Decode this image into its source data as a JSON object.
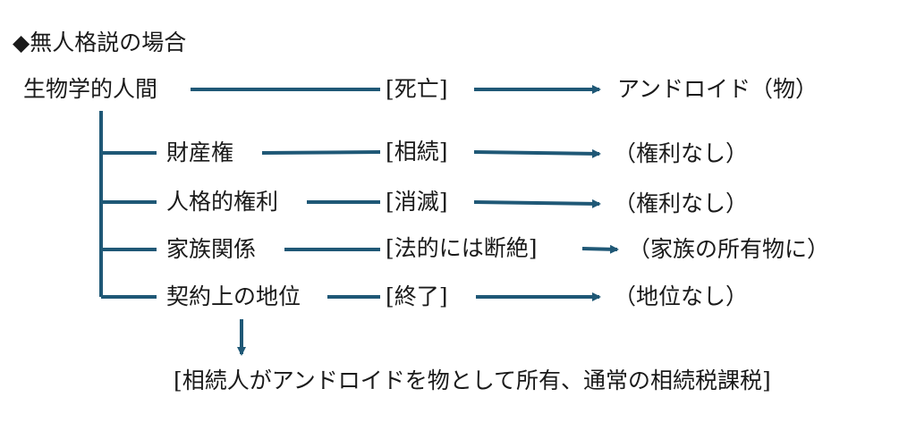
{
  "title": "◆無人格説の場合",
  "main_row": {
    "source": "生物学的人間",
    "event": "[死亡]",
    "result": "アンドロイド（物）"
  },
  "branches": [
    {
      "item": "財産権",
      "event": "[相続]",
      "result": "（権利なし）"
    },
    {
      "item": "人格的権利",
      "event": "[消滅]",
      "result": "（権利なし）"
    },
    {
      "item": "家族関係",
      "event": "[法的には断絶]",
      "result": "（家族の所有物に）"
    },
    {
      "item": "契約上の地位",
      "event": "[終了]",
      "result": "（地位なし）"
    }
  ],
  "footnote": "[相続人がアンドロイドを物として所有、通常の相続税課税]",
  "colors": {
    "line": "#1f5876",
    "text": "#1a1a1a"
  }
}
